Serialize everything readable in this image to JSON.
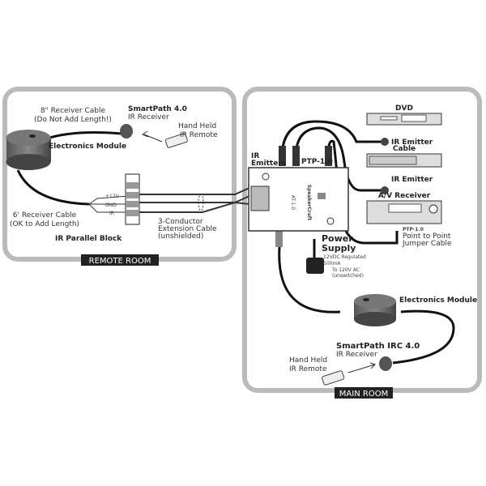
{
  "remote_room": {
    "label": "REMOTE ROOM",
    "receiver_cable": [
      "8\" Receiver Cable",
      "(Do Not Add Length!)"
    ],
    "receiver_title": "SmartPath 4.0",
    "receiver_sub": "IR Receiver",
    "remote": [
      "Hand Held",
      "IR Remote"
    ],
    "module": "Electronics Module",
    "long_cable": [
      "6' Receiver Cable",
      "(OK to Add Length)"
    ],
    "terminals": [
      "+12V",
      "GND",
      "IR"
    ],
    "block": "IR Parallel Block",
    "extension": [
      "3-Conductor",
      "Extension Cable",
      "(unshielded)"
    ]
  },
  "main_room": {
    "label": "MAIN ROOM",
    "emitters": [
      "IR",
      "Emitters"
    ],
    "ptp_top": "PTP-1.0",
    "hub_model": "AT-1.0",
    "hub_brand": "SpeakerCraft",
    "devices": [
      {
        "name": "DVD",
        "emitter": "IR Emitter"
      },
      {
        "name": "Cable",
        "emitter": "IR Emitter"
      },
      {
        "name": "A/V Receiver"
      }
    ],
    "jumper": [
      "PTP-1.0",
      "Point to Point",
      "Jumper Cable"
    ],
    "power": [
      "Power",
      "Supply"
    ],
    "power_spec": [
      "12VDC Regulated",
      "500mA"
    ],
    "ac": [
      "To 120V AC",
      "(unswitched)"
    ],
    "module": "Electronics Module",
    "receiver_title": "SmartPath IRC 4.0",
    "receiver_sub": "IR Receiver",
    "remote": [
      "Hand Held",
      "IR Remote"
    ]
  }
}
